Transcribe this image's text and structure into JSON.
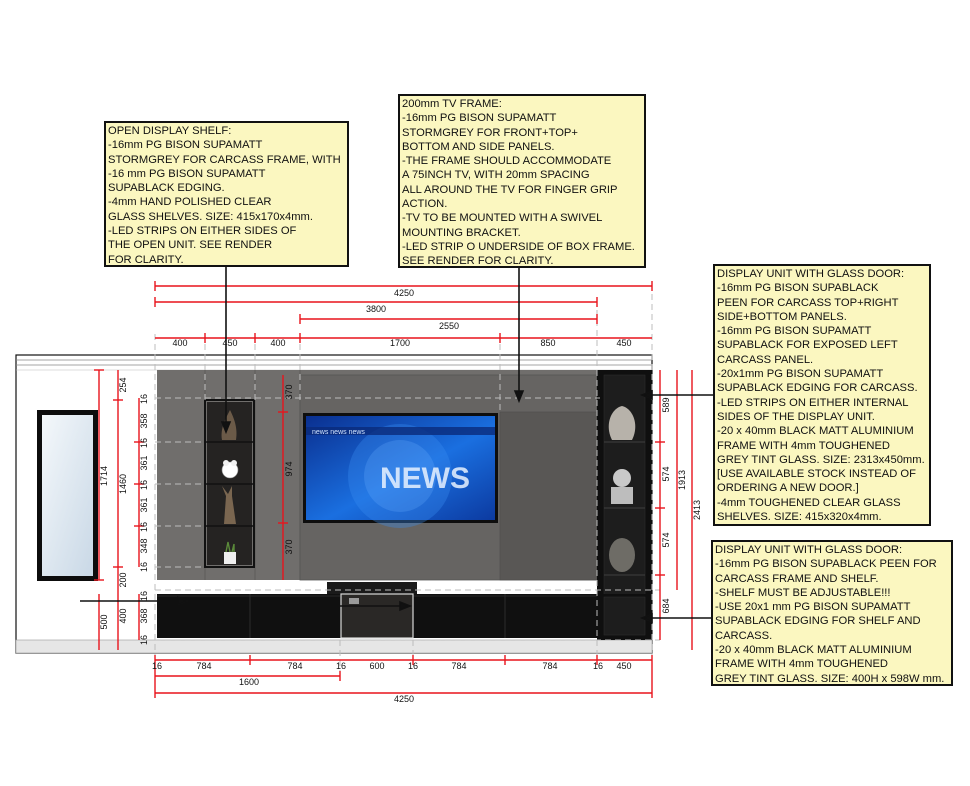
{
  "notes": {
    "open_shelf": [
      "OPEN DISPLAY SHELF:",
      "-16mm PG BISON SUPAMATT",
      "STORMGREY FOR CARCASS FRAME, WITH",
      "-16 mm PG BISON SUPAMATT",
      "SUPABLACK EDGING.",
      "-4mm HAND POLISHED CLEAR",
      "GLASS SHELVES. SIZE: 415x170x4mm.",
      "-LED STRIPS ON EITHER SIDES OF",
      "THE OPEN UNIT. SEE RENDER",
      "FOR CLARITY."
    ],
    "tv_frame": [
      "200mm TV FRAME:",
      "-16mm PG BISON SUPAMATT",
      "STORMGREY FOR FRONT+TOP+",
      "BOTTOM AND SIDE PANELS.",
      "-THE FRAME SHOULD ACCOMMODATE",
      "A 75INCH TV, WITH 20mm SPACING",
      "ALL AROUND THE TV FOR FINGER GRIP",
      "ACTION.",
      "-TV TO BE MOUNTED WITH A SWIVEL",
      "MOUNTING BRACKET.",
      "-LED STRIP O UNDERSIDE OF BOX FRAME.",
      "SEE RENDER FOR CLARITY."
    ],
    "display_top": [
      "DISPLAY UNIT WITH GLASS DOOR:",
      "-16mm PG BISON SUPABLACK",
      "PEEN FOR CARCASS TOP+RIGHT",
      "SIDE+BOTTOM PANELS.",
      "-16mm PG BISON SUPAMATT",
      "SUPABLACK FOR EXPOSED LEFT",
      "CARCASS PANEL.",
      "-20x1mm PG BISON SUPAMATT",
      "SUPABLACK EDGING FOR CARCASS.",
      "-LED STRIPS ON EITHER INTERNAL",
      "SIDES OF THE DISPLAY UNIT.",
      "-20 x 40mm BLACK MATT ALUMINIUM",
      "FRAME WITH 4mm TOUGHENED",
      "GREY TINT GLASS. SIZE: 2313x450mm.",
      "[USE AVAILABLE STOCK INSTEAD OF",
      "ORDERING A NEW DOOR.]",
      "-4mm TOUGHENED CLEAR GLASS",
      "SHELVES. SIZE: 415x320x4mm."
    ],
    "display_bottom": [
      "DISPLAY UNIT WITH GLASS DOOR:",
      "-16mm PG BISON SUPABLACK PEEN FOR",
      "CARCASS FRAME AND SHELF.",
      "-SHELF MUST BE ADJUSTABLE!!!",
      "-USE 20x1 mm PG BISON SUPAMATT",
      "SUPABLACK EDGING FOR SHELF AND",
      "CARCASS.",
      "-20 x 40mm BLACK MATT ALUMINIUM",
      "FRAME WITH 4mm TOUGHENED",
      "GREY TINT GLASS. SIZE: 400H x 598W mm."
    ]
  },
  "dimensions": {
    "top_overall": "4250",
    "top_mid": "3800",
    "top_tv": "2550",
    "top_segments": [
      "400",
      "450",
      "400",
      "1700",
      "850",
      "450"
    ],
    "bottom_segments": [
      "16",
      "784",
      "784",
      "16",
      "600",
      "16",
      "784",
      "784",
      "16",
      "450"
    ],
    "bottom_sub": "1600",
    "bottom_overall": "4250",
    "left_outer": "1714",
    "left_top": "254",
    "left_inner": "1460",
    "left_bottom_gap": "200",
    "left_base_total": "500",
    "left_base_inner": "400",
    "shelf_heights": [
      "16",
      "358",
      "16",
      "361",
      "16",
      "361",
      "16",
      "348",
      "16"
    ],
    "base_heights": [
      "16",
      "368",
      "16"
    ],
    "tv_frame_heights": [
      "370",
      "974",
      "370"
    ],
    "right_display": [
      "589",
      "574",
      "574"
    ],
    "right_lower": "684",
    "right_mid_total": "1913",
    "right_total": "2413"
  },
  "tv": {
    "headline": "NEWS",
    "ticker": "news news news"
  },
  "colors": {
    "dim_line": "#e8141c",
    "back_panel": "#6e6c6a",
    "tv_frame": "#686664",
    "cabinet": "#141414",
    "note_bg": "#fbf7c0",
    "tv_screen": "#1565d8"
  }
}
